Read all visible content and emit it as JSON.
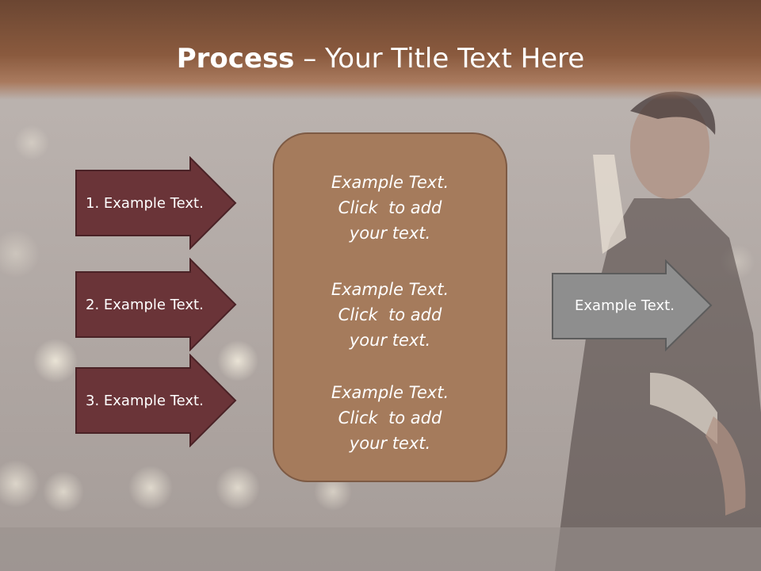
{
  "slide": {
    "title_bold": "Process",
    "title_rest": " – Your Title Text Here"
  },
  "left_arrows": [
    {
      "label": "1. Example Text."
    },
    {
      "label": "2. Example Text."
    },
    {
      "label": "3. Example Text."
    }
  ],
  "center_box": {
    "blocks": [
      {
        "lines": [
          "Example Text.",
          "Click  to add",
          "your text."
        ]
      },
      {
        "lines": [
          "Example Text.",
          "Click  to add",
          "your text."
        ]
      },
      {
        "lines": [
          "Example Text.",
          "Click  to add",
          "your text."
        ]
      }
    ]
  },
  "right_arrow": {
    "label": "Example Text."
  },
  "colors": {
    "title_band": "#8a5a3e",
    "left_arrow_fill": "#6a3438",
    "center_box_fill": "#a57b5c",
    "right_arrow_fill": "#8e8e8e"
  }
}
